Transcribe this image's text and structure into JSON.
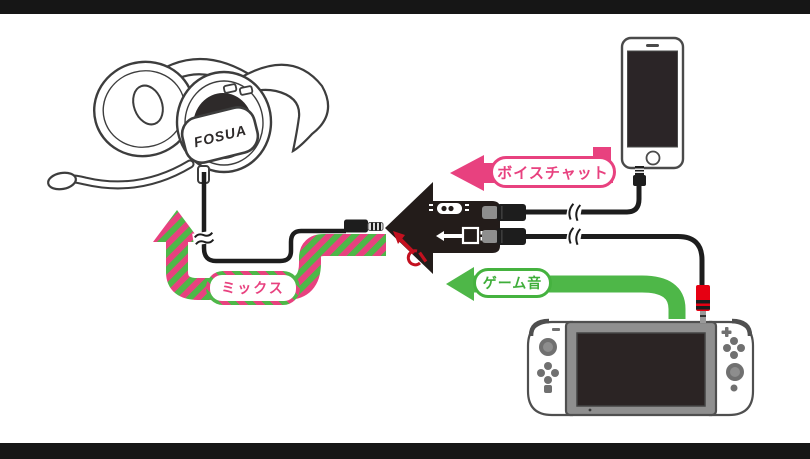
{
  "flow_labels": {
    "voice_chat": {
      "text": "ボイスチャット",
      "color": "#e8417f"
    },
    "game_sound": {
      "text": "ゲーム音",
      "color": "#4eb748"
    },
    "mix": {
      "text": "ミックス",
      "color": "#e8417f",
      "border_style": "pink-green-diagonal-stripes"
    }
  },
  "headset": {
    "logo_text": "FOSUA"
  },
  "devices": {
    "headset": "gaming-headset-with-mic",
    "smartphone": "smartphone",
    "mixer": "black-arrow-mixer-adapter",
    "game_console": "nintendo-switch"
  },
  "palette": {
    "pink": "#e8417f",
    "green": "#4eb748",
    "plug_red": "#e60012",
    "cable_black": "#1d1d1d",
    "device_black": "#231c1a",
    "line_art": "#3d3d3d",
    "letterbox": "#161616"
  }
}
